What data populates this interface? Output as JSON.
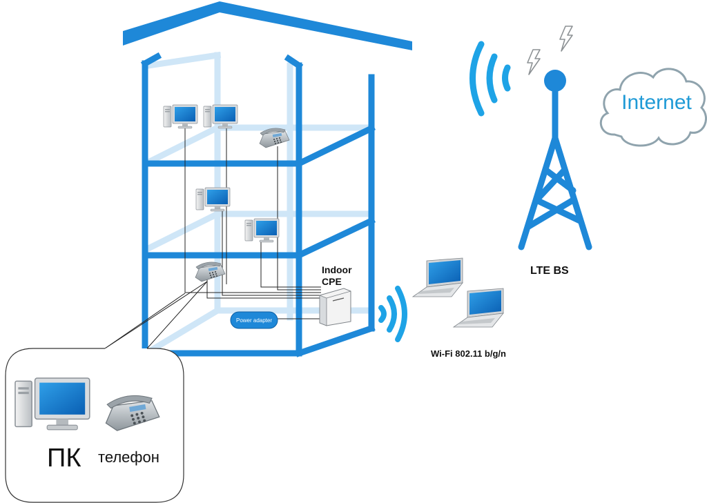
{
  "labels": {
    "cpe_line1": "Indoor",
    "cpe_line2": "CPE",
    "power_adapter": "Power adapter",
    "lte_bs": "LTE BS",
    "internet": "Internet",
    "wifi": "Wi-Fi 802.11 b/g/n",
    "legend_pc": "ПК",
    "legend_phone": "телефон"
  },
  "colors": {
    "structure": "#1e88d8",
    "structure_faint": "#cfe6f7",
    "wifi_wave": "#1ea3e6",
    "cloud_outline": "#8fa3ad",
    "bolt": "#9ea3a6",
    "wire": "#222222"
  },
  "icons": {
    "pc": "desktop-computer-icon",
    "phone": "desk-phone-icon",
    "laptop": "laptop-icon",
    "router": "router-icon",
    "bolt": "lightning-bolt-icon"
  }
}
